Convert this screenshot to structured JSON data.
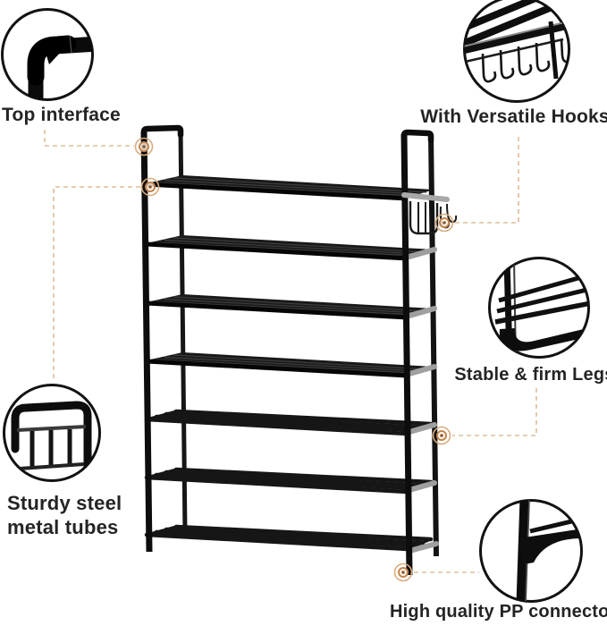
{
  "product": {
    "description": "7-tier black metal shoe rack illustration",
    "tiers": 7
  },
  "callouts": [
    {
      "id": "top-interface",
      "label": "Top interface"
    },
    {
      "id": "versatile-hooks",
      "label": "With Versatile Hooks"
    },
    {
      "id": "stable-legs",
      "label": "Stable & firm Legs"
    },
    {
      "id": "sturdy-tubes",
      "label": "Sturdy steel\nmetal tubes"
    },
    {
      "id": "pp-connector",
      "label": "High quality PP connecto"
    }
  ],
  "colors": {
    "background": "#ffffff",
    "line_art": "#111111",
    "text": "#242424",
    "dashed_leader": "#ddbd9b",
    "marker_ring": "#c4854d",
    "connector_gray": "#9f9f9f"
  }
}
